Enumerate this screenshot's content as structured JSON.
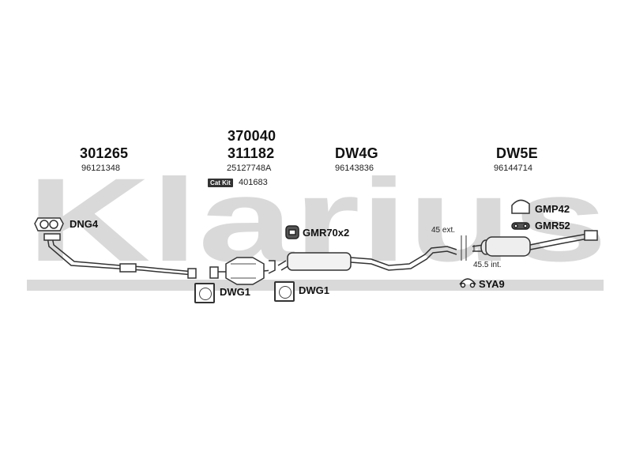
{
  "brand": {
    "watermark_text": "Klarius"
  },
  "parts": {
    "front_pipe": {
      "part_number": "301265",
      "oe_number": "96121348"
    },
    "catalyst": {
      "part_number_top": "370040",
      "part_number": "311182",
      "oe_number": "25127748A",
      "cat_kit_label": "Cat Kit",
      "cat_kit_number": "401683"
    },
    "center_box": {
      "part_number": "DW4G",
      "oe_number": "96143836"
    },
    "rear_box": {
      "part_number": "DW5E",
      "oe_number": "96144714"
    }
  },
  "fittings": {
    "dng4": "DNG4",
    "gmr70x2": "GMR70x2",
    "dwg1_a": "DWG1",
    "dwg1_b": "DWG1",
    "gmp42": "GMP42",
    "gmr52": "GMR52",
    "sya9": "SYA9"
  },
  "dimensions": {
    "ext": "45 ext.",
    "int": "45.5 int."
  }
}
